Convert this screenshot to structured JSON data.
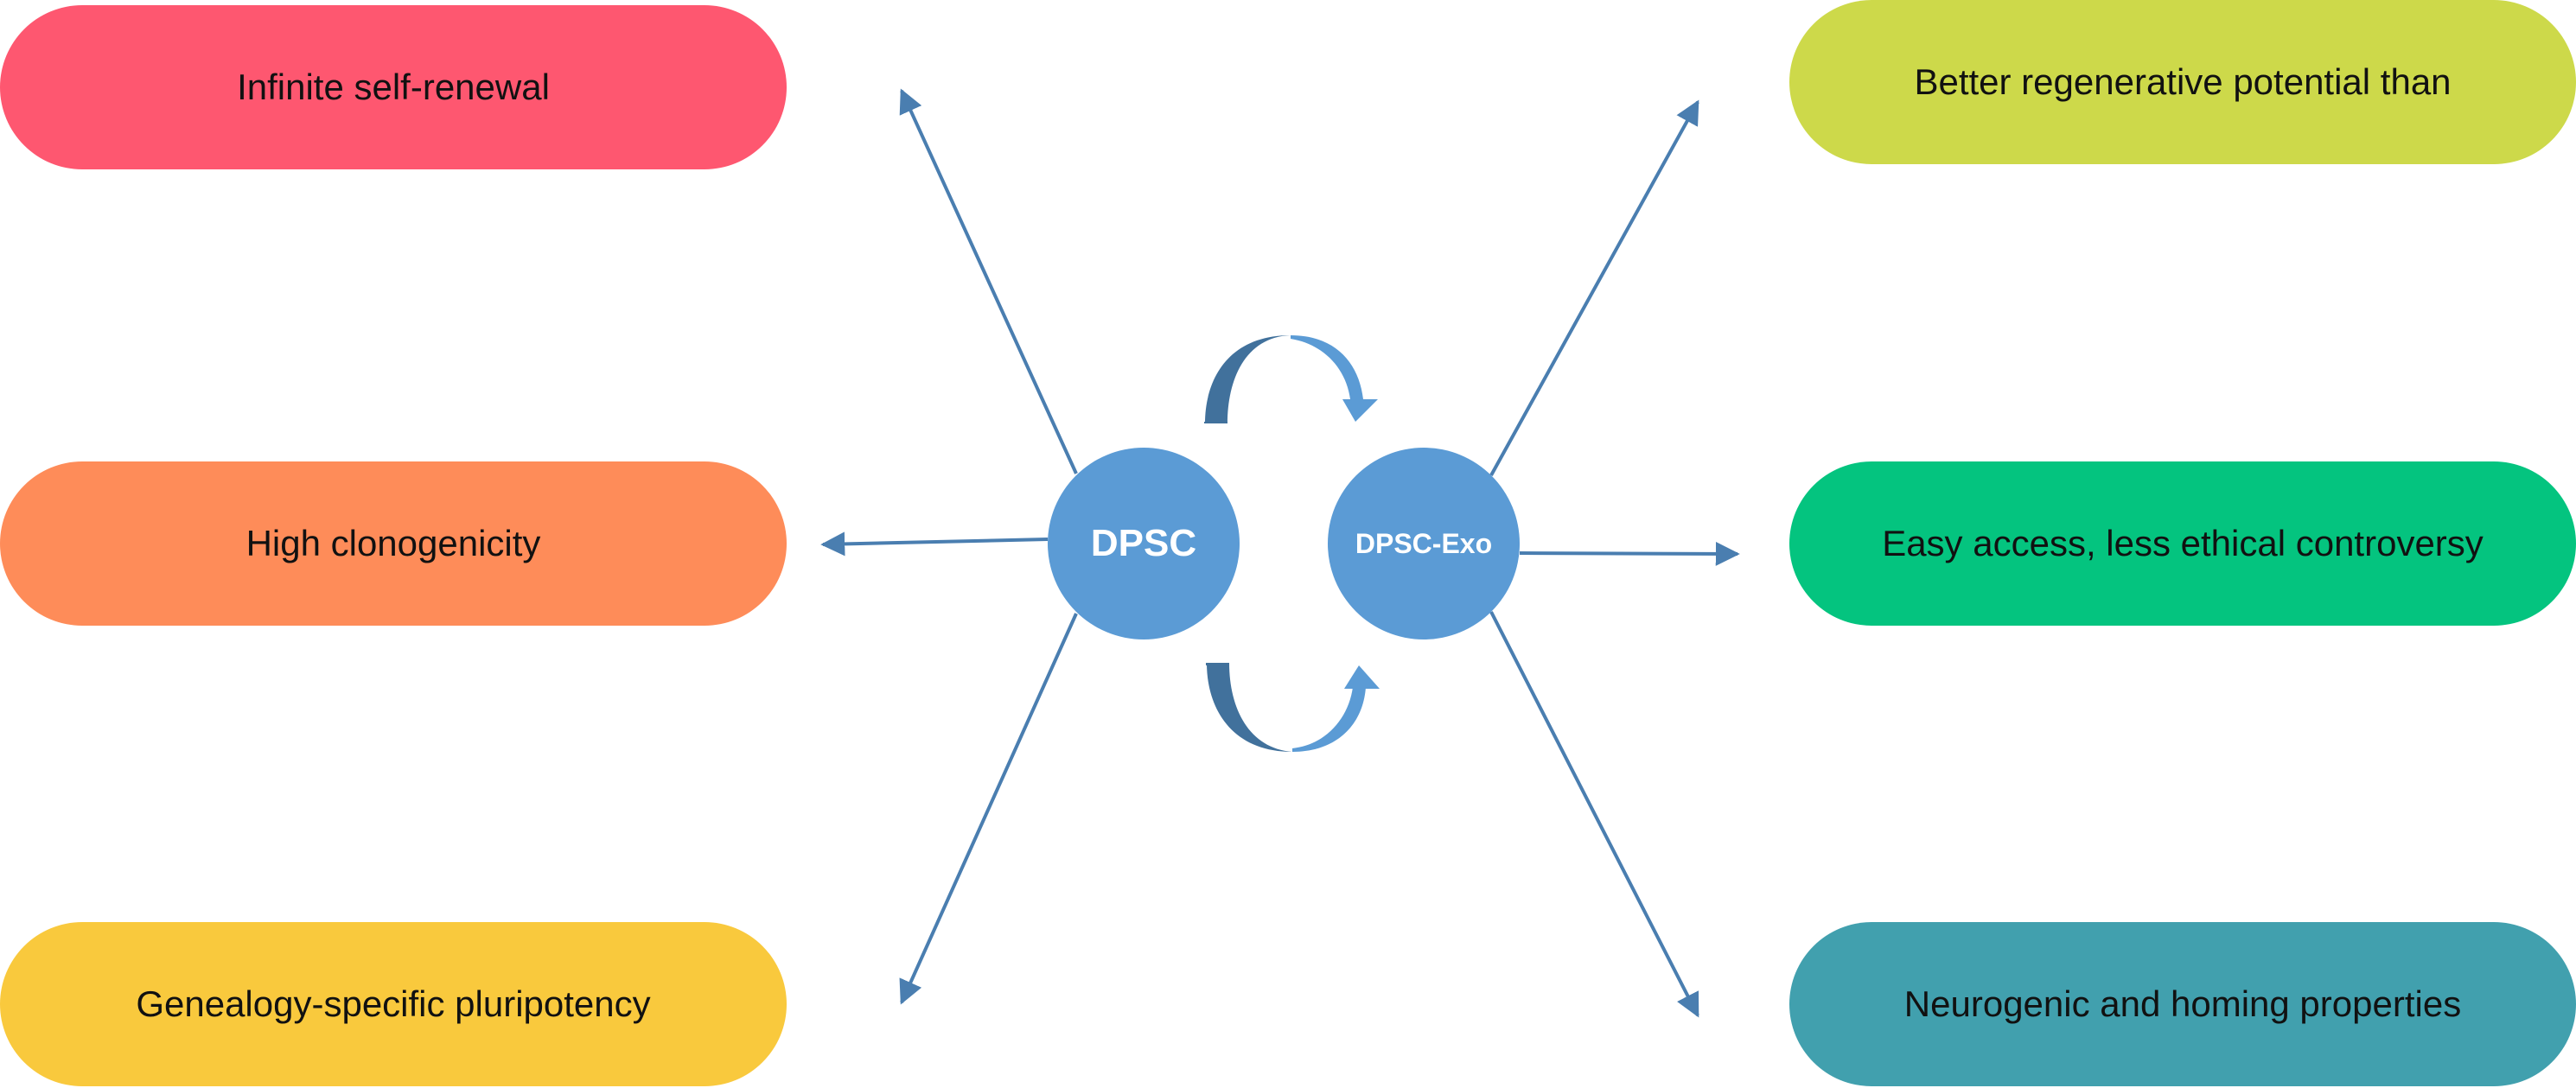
{
  "left_boxes": [
    {
      "label": "Infinite self-renewal",
      "color": "#fe5770"
    },
    {
      "label": "High clonogenicity",
      "color": "#fe8c59"
    },
    {
      "label": "Genealogy-specific pluripotency",
      "color": "#f9c93d"
    }
  ],
  "right_boxes": [
    {
      "label": "Better regenerative potential than",
      "color": "#cdd94a"
    },
    {
      "label": "Easy access, less ethical controversy",
      "color": "#04c47f"
    },
    {
      "label": "Neurogenic and homing properties",
      "color": "#41a0ae"
    }
  ],
  "nodes": {
    "dpsc": {
      "label": "DPSC",
      "color": "#5b9bd5"
    },
    "exo": {
      "label": "DPSC-Exo",
      "color": "#5b9bd5"
    }
  },
  "colors": {
    "arrow": "#4a7eb0",
    "cycle_light": "#5b9bd5",
    "cycle_dark": "#41719c"
  }
}
